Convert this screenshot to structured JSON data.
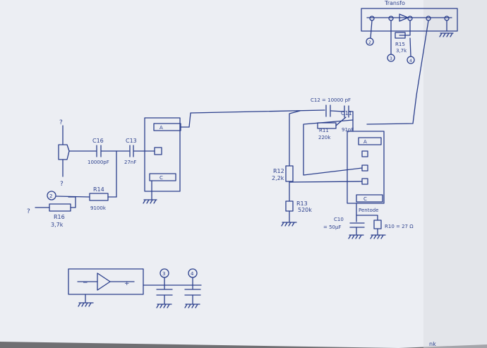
{
  "colors": {
    "ink": "#2b3f8c",
    "paper": "#eceef3",
    "background": "#6f6f72"
  },
  "labels": {
    "top_module": "Transfo",
    "c16": "C16",
    "c16_value": "10000pF",
    "c13": "C13",
    "c13_value": "27nF",
    "r14": "R14",
    "r14_value": "9100k",
    "r16": "R16",
    "r16_value": "3,7k",
    "q_top": "?",
    "q_mid": "?",
    "q_left": "?",
    "node_2_left": "2",
    "tube1_a": "A",
    "tube1_c": "C",
    "c12": "C12 = 10000 pF",
    "c11": "C11",
    "r11": "R11",
    "r11_value": "220k",
    "c11_value": "91pF",
    "r12": "R12",
    "r12_value": "2,2k",
    "r13": "R13",
    "r13_value": "520k",
    "pentode_a": "A",
    "pentode_c": "C",
    "pentode": "Pentode",
    "c10": "C10",
    "c10_value": "= 50μF",
    "r10": "R10 = 27 Ω",
    "node_2_top": "2",
    "r15": "R15",
    "r15_value": "3,7k",
    "node_3_top": "3",
    "node_4_top": "4",
    "amp_minus": "−",
    "amp_plus": "+",
    "node_3_bottom": "3",
    "node_4_bottom": "4",
    "corner_text": "nk"
  }
}
